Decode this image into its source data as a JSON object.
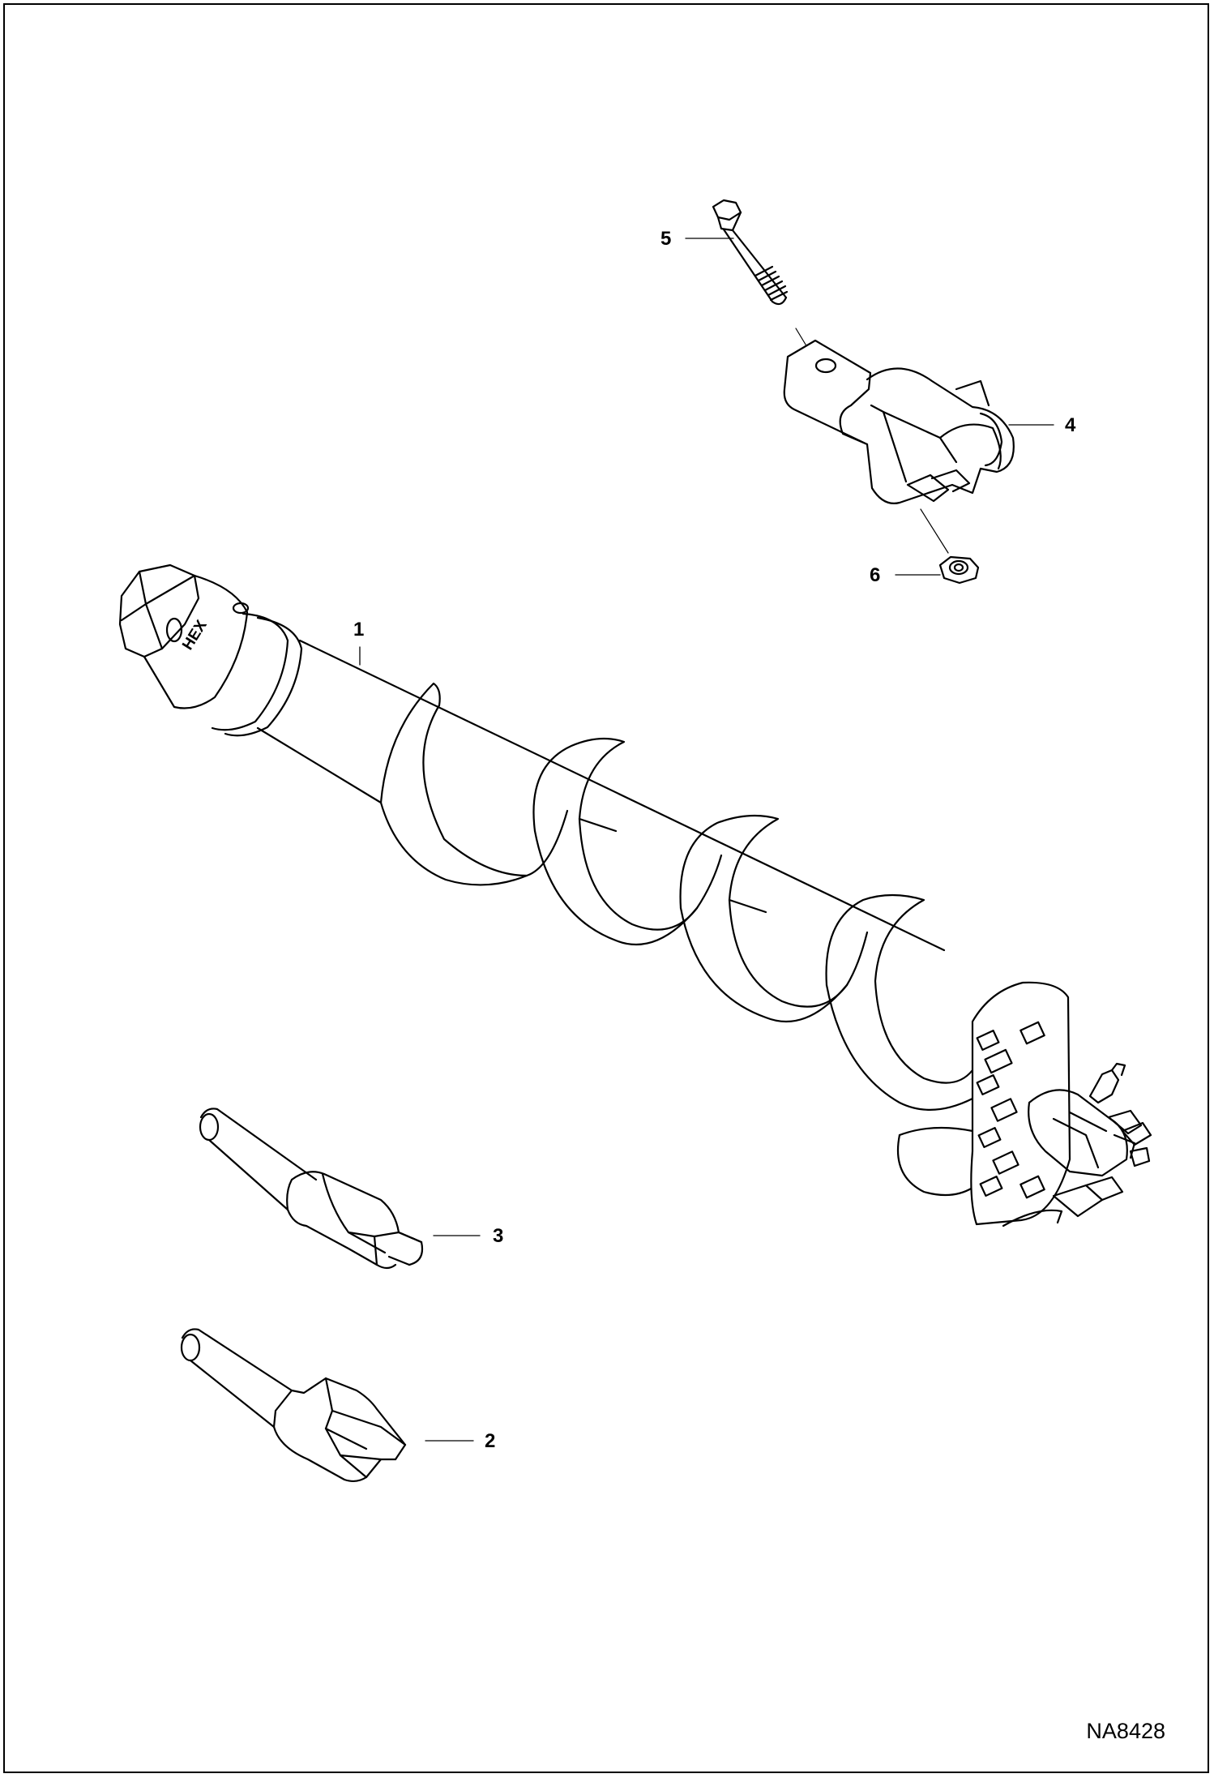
{
  "drawing_number": "NA8428",
  "hex_marking": "HEX",
  "callouts": [
    {
      "id": "c1",
      "number": "1",
      "part": "auger-flighting"
    },
    {
      "id": "c2",
      "number": "2",
      "part": "tooth-flat"
    },
    {
      "id": "c3",
      "number": "3",
      "part": "tooth-pointed"
    },
    {
      "id": "c4",
      "number": "4",
      "part": "pilot-bit"
    },
    {
      "id": "c5",
      "number": "5",
      "part": "bolt"
    },
    {
      "id": "c6",
      "number": "6",
      "part": "nut"
    }
  ],
  "colors": {
    "line": "#000000",
    "background": "#ffffff"
  }
}
